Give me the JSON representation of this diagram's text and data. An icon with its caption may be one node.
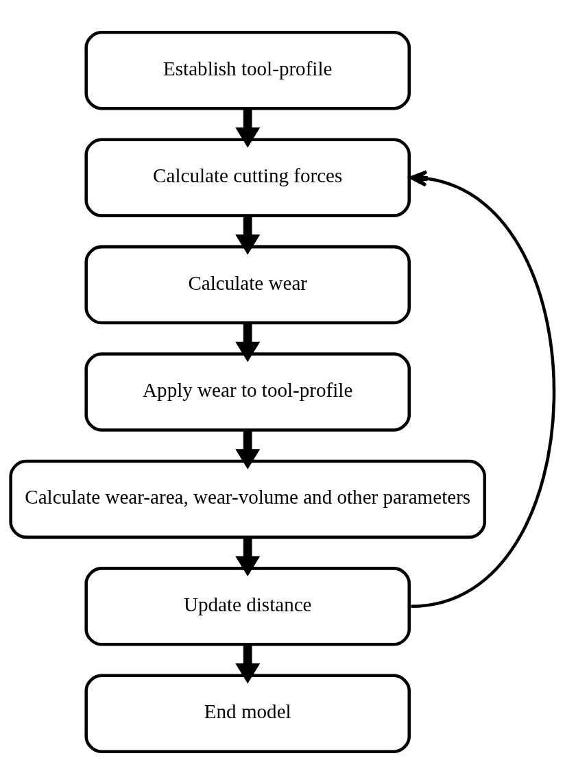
{
  "diagram": {
    "nodes": [
      {
        "text": [
          "Establish tool-profile"
        ]
      },
      {
        "text": [
          "Calculate cutting forces"
        ]
      },
      {
        "text": [
          "Calculate wear"
        ]
      },
      {
        "text": [
          "Apply wear to tool-profile"
        ]
      },
      {
        "text": [
          "Calculate wear-area, wear-volume and other parameters"
        ]
      },
      {
        "text": [
          "Update distance"
        ]
      },
      {
        "text": [
          "End model"
        ]
      }
    ],
    "edges": [
      {
        "from": 0,
        "to": 1,
        "arrow": "to"
      },
      {
        "from": 1,
        "to": 2,
        "arrow": "to"
      },
      {
        "from": 2,
        "to": 3,
        "arrow": "to"
      },
      {
        "from": 3,
        "to": 4,
        "arrow": "to"
      },
      {
        "from": 4,
        "to": 5,
        "arrow": "to"
      },
      {
        "from": 5,
        "to": 6,
        "arrow": "to"
      },
      {
        "from": 5,
        "to": 1,
        "arrow": "to"
      }
    ]
  }
}
